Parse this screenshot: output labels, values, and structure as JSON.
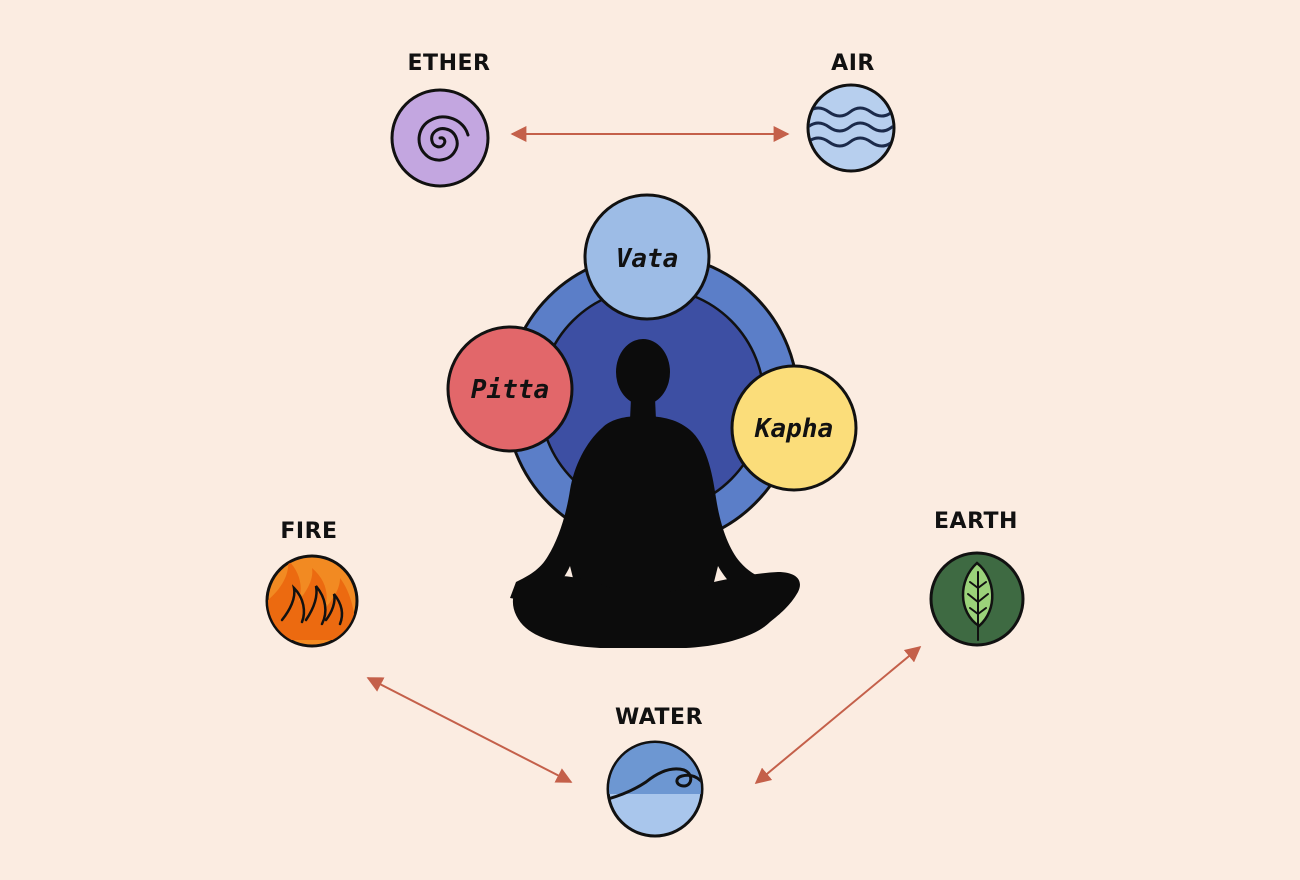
{
  "elements": {
    "ether": {
      "label": "ETHER",
      "color": "#c3a6e0"
    },
    "air": {
      "label": "AIR",
      "color": "#b7cfee"
    },
    "fire": {
      "label": "FIRE",
      "color": "#f28a22"
    },
    "water": {
      "label": "WATER",
      "color": "#6d97d2"
    },
    "earth": {
      "label": "EARTH",
      "color": "#3e6a42"
    }
  },
  "doshas": {
    "vata": {
      "label": "Vata",
      "color": "#9dbce6"
    },
    "pitta": {
      "label": "Pitta",
      "color": "#e2676a"
    },
    "kapha": {
      "label": "Kapha",
      "color": "#fbdd7a"
    }
  },
  "colors": {
    "background": "#fbece1",
    "outer_ring": "#5b7ec8",
    "inner_circle": "#3d4fa3",
    "silhouette": "#0c0c0c",
    "arrow": "#c4604a"
  },
  "connections": [
    [
      "ETHER",
      "AIR"
    ],
    [
      "FIRE",
      "WATER"
    ],
    [
      "WATER",
      "EARTH"
    ]
  ]
}
